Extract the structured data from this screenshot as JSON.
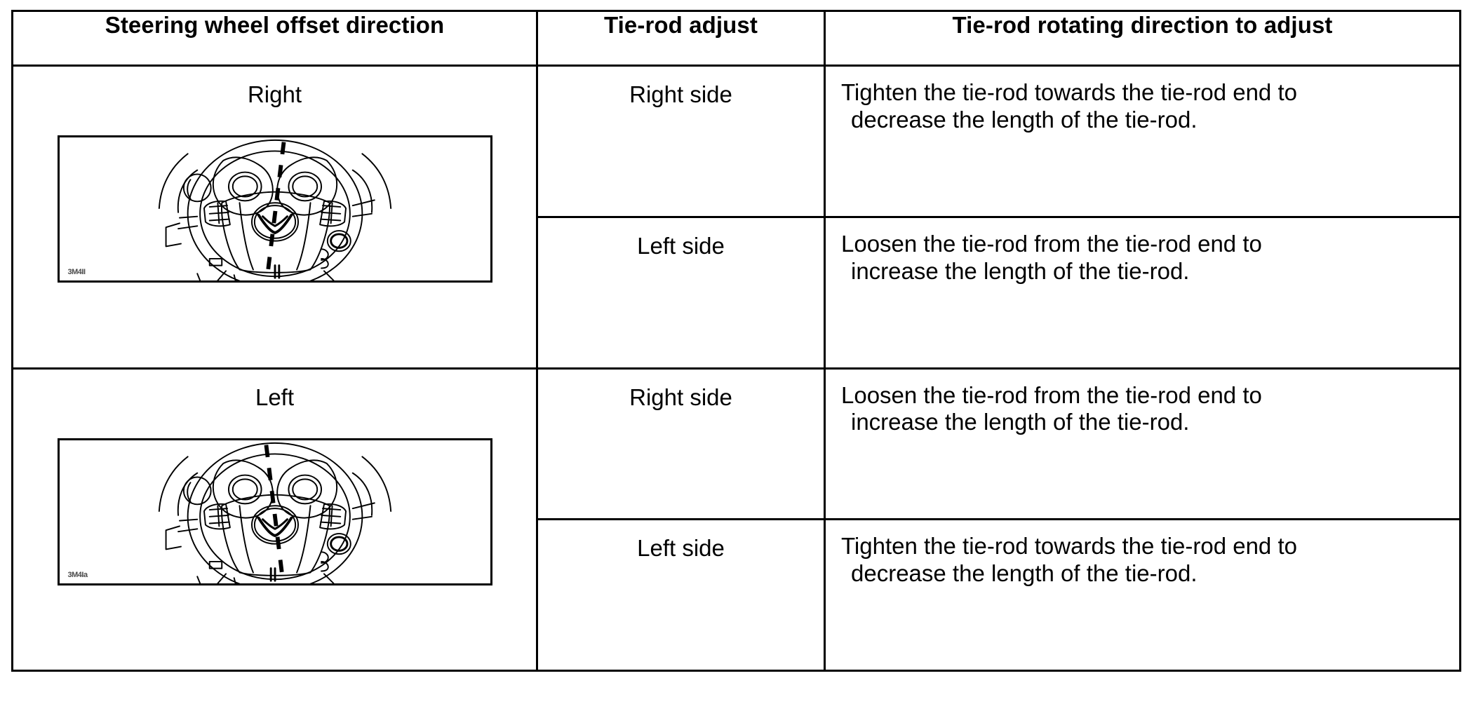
{
  "table": {
    "headers": [
      "Steering wheel offset direction",
      "Tie-rod adjust",
      "Tie-rod rotating direction to adjust"
    ],
    "rows": [
      {
        "direction": "Right",
        "illustration": {
          "name": "steering-wheel-offset-right",
          "code": "3M4II",
          "tilt_deg": 7
        },
        "entries": [
          {
            "side": "Right side",
            "description_line1": "Tighten the tie-rod towards the tie-rod end to",
            "description_line2": "decrease the length of the tie-rod."
          },
          {
            "side": "Left side",
            "description_line1": "Loosen the tie-rod from the tie-rod end to",
            "description_line2": "increase the length of the tie-rod."
          }
        ]
      },
      {
        "direction": "Left",
        "illustration": {
          "name": "steering-wheel-offset-left",
          "code": "3M4Ia",
          "tilt_deg": -7
        },
        "entries": [
          {
            "side": "Right side",
            "description_line1": "Loosen the tie-rod from the tie-rod end to",
            "description_line2": "increase the length of the tie-rod."
          },
          {
            "side": "Left side",
            "description_line1": "Tighten the tie-rod towards the tie-rod end to",
            "description_line2": "decrease the length of the tie-rod."
          }
        ]
      }
    ]
  },
  "colors": {
    "border": "#000000",
    "text": "#000000",
    "background": "#ffffff",
    "line_art": "#000000"
  }
}
